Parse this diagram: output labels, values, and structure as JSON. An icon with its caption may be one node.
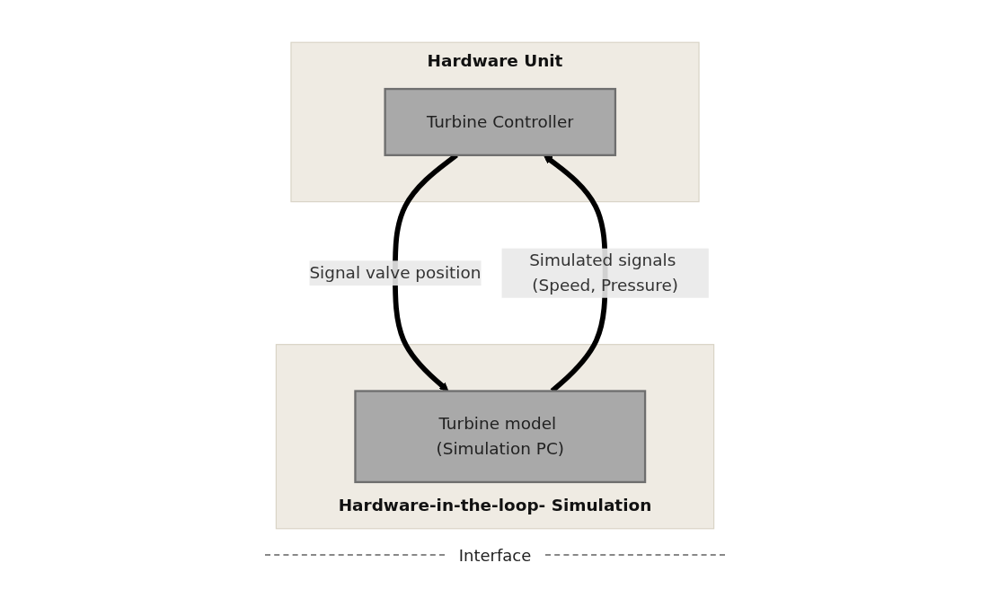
{
  "diagram": {
    "nodes": [
      {
        "text": [
          "Hardware Unit"
        ]
      },
      {
        "text": [
          "Turbine Controller"
        ],
        "in": 0
      },
      {
        "text": [
          "Hardware-in-the-loop- Simulation"
        ]
      },
      {
        "text": [
          "Turbine model (Simulation PC)"
        ],
        "in": 2
      }
    ],
    "edges": [
      {
        "from": 1,
        "to": 3,
        "arrow": "to",
        "label": "Signal valve position"
      },
      {
        "from": 3,
        "to": 1,
        "arrow": "to",
        "label": "Simulated signals (Speed, Pressure)"
      }
    ],
    "labels": [
      "Interface"
    ]
  }
}
